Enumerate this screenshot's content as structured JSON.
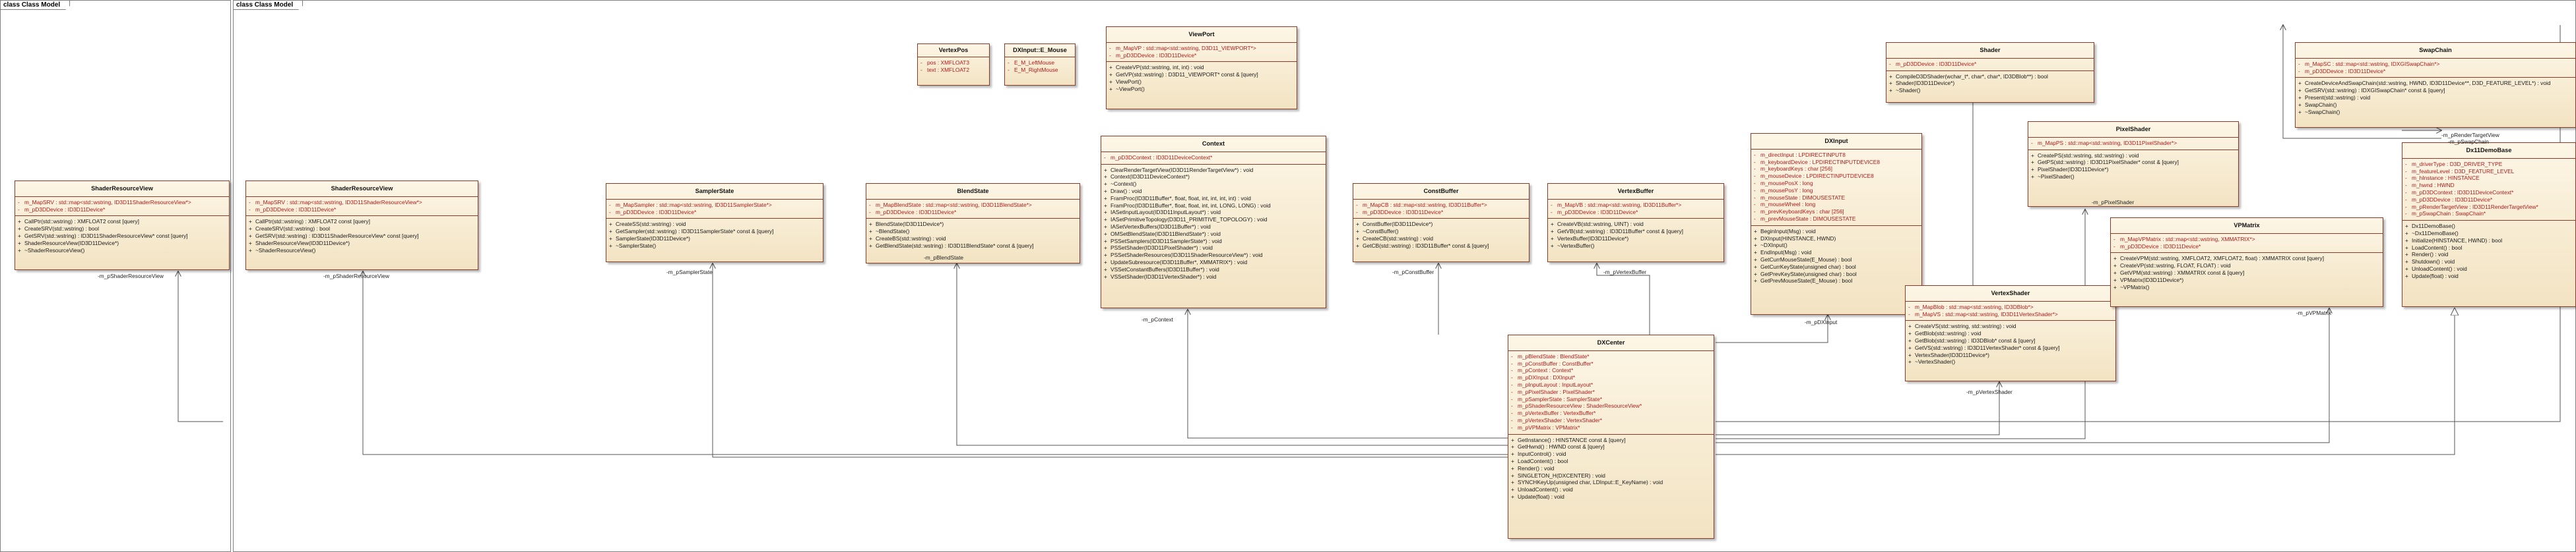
{
  "frames": {
    "left_title": "class Class Model",
    "main_title": "class Class Model"
  },
  "classes": {
    "srv_left": {
      "name": "ShaderResourceView",
      "attributes": [
        "m_MapSRV : std::map<std::wstring, ID3D11ShaderResourceView*>",
        "m_pD3DDevice : ID3D11Device*"
      ],
      "operations": [
        "CallPtr(std::wstring) : XMFLOAT2 const [query]",
        "CreateSRV(std::wstring) : bool",
        "GetSRV(std::wstring) : ID3D11ShaderResourceView* const [query]",
        "ShaderResourceView(ID3D11Device*)",
        "~ShaderResourceView()"
      ]
    },
    "srv_main": {
      "name": "ShaderResourceView",
      "attributes": [
        "m_MapSRV : std::map<std::wstring, ID3D11ShaderResourceView*>",
        "m_pD3DDevice : ID3D11Device*"
      ],
      "operations": [
        "CallPtr(std::wstring) : XMFLOAT2 const [query]",
        "CreateSRV(std::wstring) : bool",
        "GetSRV(std::wstring) : ID3D11ShaderResourceView* const [query]",
        "ShaderResourceView(ID3D11Device*)",
        "~ShaderResourceView()"
      ]
    },
    "sampler": {
      "name": "SamplerState",
      "attributes": [
        "m_MapSampler : std::map<std::wstring, ID3D11SamplerState*>",
        "m_pD3DDevice : ID3D11Device*"
      ],
      "operations": [
        "CreateSS(std::wstring) : void",
        "GetSampler(std::wstring) : ID3D11SamplerState* const & [query]",
        "SamplerState(ID3D11Device*)",
        "~SamplerState()"
      ]
    },
    "vertexpos": {
      "name": "VertexPos",
      "attributes": [
        "pos : XMFLOAT3",
        "text : XMFLOAT2"
      ],
      "operations": []
    },
    "dxinput_mouse": {
      "name": "DXInput::E_Mouse",
      "attributes": [
        "E_M_LeftMouse",
        "E_M_RightMouse"
      ],
      "operations": []
    },
    "blend": {
      "name": "BlendState",
      "attributes": [
        "m_MapBlendState : std::map<std::wstring, ID3D11BlendState*>",
        "m_pD3DDevice : ID3D11Device*"
      ],
      "operations": [
        "BlendState(ID3D11Device*)",
        "~BlendState()",
        "CreateBS(std::wstring) : void",
        "GetBlendState(std::wstring) : ID3D11BlendState* const & [query]"
      ]
    },
    "viewport": {
      "name": "ViewPort",
      "attributes": [
        "m_MapVP : std::map<std::wstring, D3D11_VIEWPORT*>",
        "m_pD3DDevice : ID3D11Device*"
      ],
      "operations": [
        "CreateVP(std::wstring, int, int) : void",
        "GetVP(std::wstring) : D3D11_VIEWPORT* const & [query]",
        "ViewPort()",
        "~ViewPort()"
      ]
    },
    "context": {
      "name": "Context",
      "attributes": [
        "m_pD3DContext : ID3D11DeviceContext*"
      ],
      "operations": [
        "ClearRenderTargetView(ID3D11RenderTargetView*) : void",
        "Context(ID3D11DeviceContext*)",
        "~Context()",
        "Draw() : void",
        "FramProc(ID3D11Buffer*, float, float, int, int, int, int) : void",
        "FramProc(ID3D11Buffer*, float, float, int, int, LONG, LONG) : void",
        "IASetInputLayout(ID3D11InputLayout*) : void",
        "IASetPrimitiveTopology(D3D11_PRIMITIVE_TOPOLOGY) : void",
        "IASetVertexBuffers(ID3D11Buffer*) : void",
        "OMSetBlendState(ID3D11BlendState*) : void",
        "PSSetSamplers(ID3D11SamplerState*) : void",
        "PSSetShader(ID3D11PixelShader*) : void",
        "PSSetShaderResources(ID3D11ShaderResourceView*) : void",
        "UpdateSubresource(ID3D11Buffer*, XMMATRIX*) : void",
        "VSSetConstantBuffers(ID3D11Buffer*) : void",
        "VSSetShader(ID3D11VertexShader*) : void"
      ]
    },
    "constbuffer": {
      "name": "ConstBuffer",
      "attributes": [
        "m_MapCB : std::map<std::wstring, ID3D11Buffer*>",
        "m_pD3DDevice : ID3D11Device*"
      ],
      "operations": [
        "ConstBuffer(ID3D11Device*)",
        "~ConstBuffer()",
        "CreateCB(std::wstring) : void",
        "GetCB(std::wstring) : ID3D11Buffer* const & [query]"
      ]
    },
    "vertexbuffer": {
      "name": "VertexBuffer",
      "attributes": [
        "m_MapVB : std::map<std::wstring, ID3D11Buffer*>",
        "m_pD3DDevice : ID3D11Device*"
      ],
      "operations": [
        "CreateVB(std::wstring, UINT) : void",
        "GetVB(std::wstring) : ID3D11Buffer* const & [query]",
        "VertexBuffer(ID3D11Device*)",
        "~VertexBuffer()"
      ]
    },
    "dxinput": {
      "name": "DXInput",
      "attributes": [
        "m_directInput : LPDIRECTINPUT8",
        "m_keyboardDevice : LPDIRECTINPUTDEVICE8",
        "m_keyboardKeys : char [256]",
        "m_mouseDevice : LPDIRECTINPUTDEVICE8",
        "m_mousePosX : long",
        "m_mousePosY : long",
        "m_mouseState : DIMOUSESTATE",
        "m_mouseWheel : long",
        "m_prevKeyboardKeys : char [256]",
        "m_prevMouseState : DIMOUSESTATE"
      ],
      "operations": [
        "BeginInput(Msg) : void",
        "DXInput(HINSTANCE, HWND)",
        "~DXInput()",
        "EndInput(Msg) : void",
        "GetCurrMouseState(E_Mouse) : bool",
        "GetCurrKeyState(unsigned char) : bool",
        "GetPrevKeyState(unsigned char) : bool",
        "GetPrevMouseState(E_Mouse) : bool"
      ]
    },
    "shader": {
      "name": "Shader",
      "attributes": [
        "m_pD3DDevice : ID3D11Device*"
      ],
      "operations": [
        "CompileD3DShader(wchar_t*, char*, char*, ID3DBlob**) : bool",
        "Shader(ID3D11Device*)",
        "~Shader()"
      ]
    },
    "pixelshader": {
      "name": "PixelShader",
      "attributes": [
        "m_MapPS : std::map<std::wstring, ID3D11PixelShader*>"
      ],
      "operations": [
        "CreatePS(std::wstring, std::wstring) : void",
        "GetPS(std::wstring) : ID3D11PixelShader* const & [query]",
        "PixelShader(ID3D11Device*)",
        "~PixelShader()"
      ]
    },
    "vertexshader": {
      "name": "VertexShader",
      "attributes": [
        "m_MapBlob : std::map<std::wstring, ID3DBlob*>",
        "m_MapVS : std::map<std::wstring, ID3D11VertexShader*>"
      ],
      "operations": [
        "CreateVS(std::wstring, std::wstring) : void",
        "GetBlob(std::wstring) : void",
        "GetBlob(std::wstring) : ID3DBlob* const & [query]",
        "GetVS(std::wstring) : ID3D11VertexShader* const & [query]",
        "VertexShader(ID3D11Device*)",
        "~VertexShader()"
      ]
    },
    "swapchain": {
      "name": "SwapChain",
      "attributes": [
        "m_MapSC : std::map<std::wstring, IDXGISwapChain*>",
        "m_pD3DDevice : ID3D11Device*"
      ],
      "operations": [
        "CreateDeviceAndSwapChain(std::wstring, HWND, ID3D11Device**, D3D_FEATURE_LEVEL*) : void",
        "GetSRV(std::wstring) : IDXGISwapChain* const & [query]",
        "Present(std::wstring) : void",
        "SwapChain()",
        "~SwapChain()"
      ]
    },
    "dx11demobase": {
      "name": "Dx11DemoBase",
      "attributes": [
        "m_driverType : D3D_DRIVER_TYPE",
        "m_featureLevel : D3D_FEATURE_LEVEL",
        "m_hInstance : HINSTANCE",
        "m_hwnd : HWND",
        "m_pD3DContext : ID3D11DeviceContext*",
        "m_pD3DDevice : ID3D11Device*",
        "m_pRenderTargetView : ID3D11RenderTargetView*",
        "m_pSwapChain : SwapChain*"
      ],
      "operations": [
        "Dx11DemoBase()",
        "~Dx11DemoBase()",
        "Initialize(HINSTANCE, HWND) : bool",
        "LoadContent() : bool",
        "Render() : void",
        "Shutdown() : void",
        "UnloadContent() : void",
        "Update(float) : void"
      ]
    },
    "vpmatrix": {
      "name": "VPMatrix",
      "attributes": [
        "m_MapVPMatrix : std::map<std::wstring, XMMATRIX*>",
        "m_pD3DDevice : ID3D11Device*"
      ],
      "operations": [
        "CreateVPM(std::wstring, XMFLOAT2, XMFLOAT2, float) : XMMATRIX const [query]",
        "CreateVP(std::wstring, FLOAT, FLOAT) : void",
        "GetVPM(std::wstring) : XMMATRIX const & [query]",
        "VPMatrix(ID3D11Device*)",
        "~VPMatrix()"
      ]
    },
    "dxcenter": {
      "name": "DXCenter",
      "attributes": [
        "m_pBlendState : BlendState*",
        "m_pConstBuffer : ConstBuffer*",
        "m_pContext : Context*",
        "m_pDXInput : DXInput*",
        "m_pInputLayout : InputLayout*",
        "m_pPixelShader : PixelShader*",
        "m_pSamplerState : SamplerState*",
        "m_pShaderResourceView : ShaderResourceView*",
        "m_pVertexBuffer : VertexBuffer*",
        "m_pVertexShader : VertexShader*",
        "m_pVPMatrix : VPMatrix*"
      ],
      "operations": [
        "GetInstance() : HINSTANCE const & [query]",
        "GetHwnd() : HWND const & [query]",
        "InputControl() : void",
        "LoadContent() : bool",
        "Render() : void",
        "SINGLETON_H(DXCENTER) : void",
        "SYNCHKeyUp(unsigned char, LDInput::E_KeyName) : void",
        "UnloadContent() : void",
        "Update(float) : void"
      ]
    }
  },
  "connector_labels": {
    "srv_left": "-m_pShaderResourceView",
    "srv_main": "-m_pShaderResourceView",
    "sampler": "-m_pSamplerState",
    "blend": "-m_pBlendState",
    "context": "-m_pContext",
    "constbuffer": "-m_pConstBuffer",
    "vertexbuffer": "-m_pVertexBuffer",
    "dxinput": "-m_pDXInput",
    "vertexshader": "-m_pVertexShader",
    "pixelshader": "-m_pPixelShader",
    "vpmatrix": "-m_pVPMatrix",
    "rendertarget": "-m_pRenderTargetView",
    "swapchain": "-m_pSwapChain"
  },
  "colors": {
    "class_border": "#8b3a2a",
    "attribute_text": "#b01a1a",
    "connector": "#555555"
  }
}
